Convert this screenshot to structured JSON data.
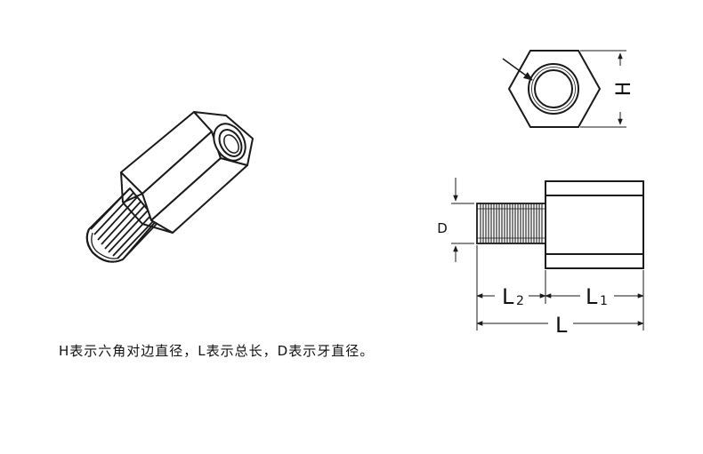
{
  "labels": {
    "h": "H",
    "d": "D",
    "l": "L",
    "l1_main": "L",
    "l1_sub": "1",
    "l2_main": "L",
    "l2_sub": "2"
  },
  "caption": "H表示六角对边直径，L表示总长，D表示牙直径。",
  "colors": {
    "line": "#1a1a1a",
    "background": "#ffffff"
  }
}
